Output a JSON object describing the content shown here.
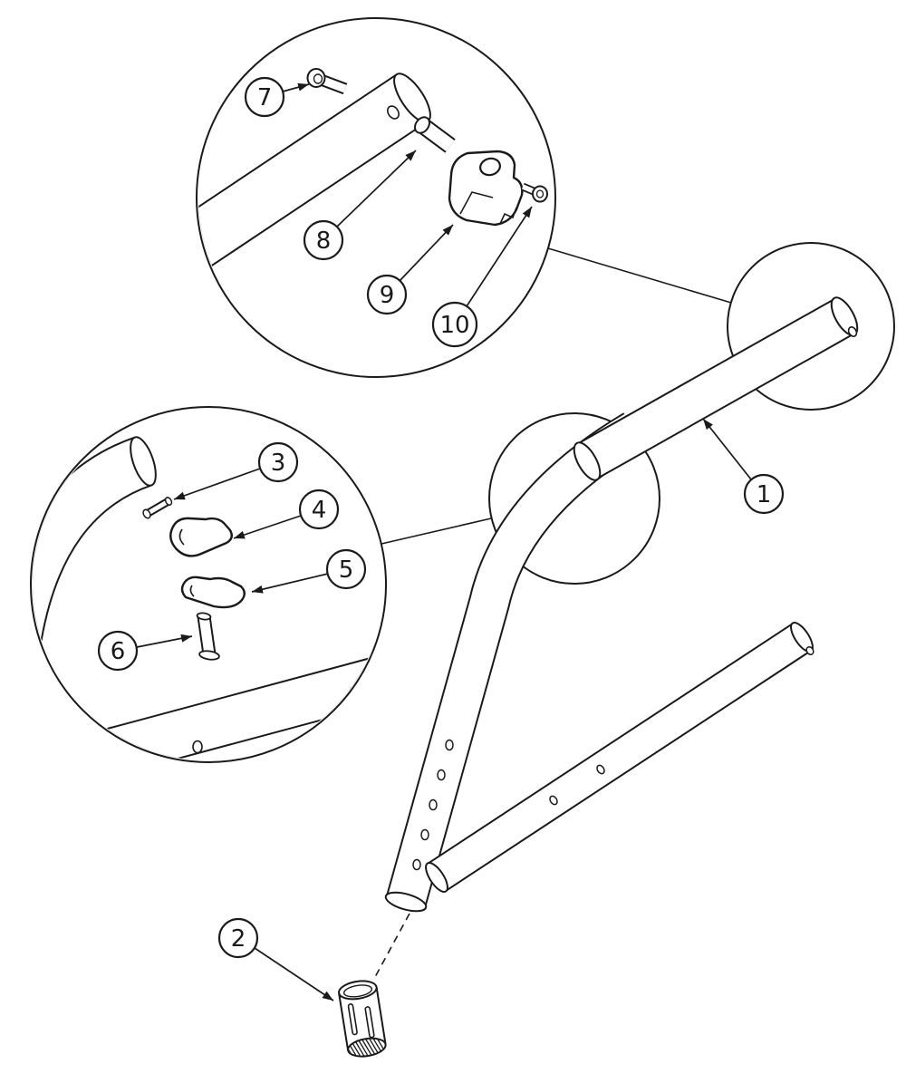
{
  "diagram": {
    "colors": {
      "background": "#ffffff",
      "line": "#1a1a1a"
    },
    "callouts": [
      {
        "number": "1"
      },
      {
        "number": "2"
      },
      {
        "number": "3"
      },
      {
        "number": "4"
      },
      {
        "number": "5"
      },
      {
        "number": "6"
      },
      {
        "number": "7"
      },
      {
        "number": "8"
      },
      {
        "number": "9"
      },
      {
        "number": "10"
      }
    ]
  }
}
